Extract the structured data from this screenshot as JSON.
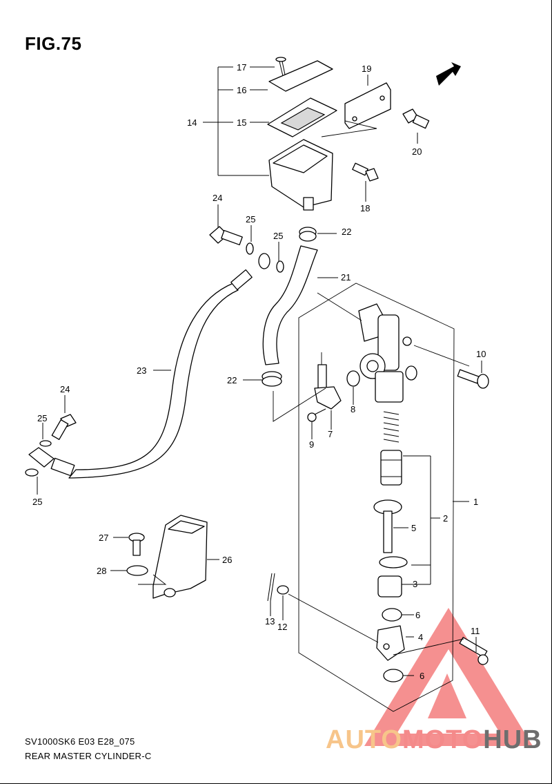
{
  "figure": {
    "title": "FIG.75",
    "model_code": "SV1000SK6 E03 E28_075",
    "name": "REAR MASTER CYLINDER-C",
    "fwd_label": "FWD"
  },
  "callouts": [
    "17",
    "16",
    "14",
    "15",
    "19",
    "20",
    "18",
    "24",
    "25",
    "25",
    "22",
    "21",
    "23",
    "22",
    "10",
    "24",
    "25",
    "25",
    "8",
    "9",
    "7",
    "1",
    "2",
    "5",
    "27",
    "26",
    "28",
    "3",
    "13",
    "12",
    "6",
    "4",
    "11",
    "6"
  ],
  "watermark": {
    "part1": "AUTO",
    "part2": "MOTO",
    "part3": "HUB",
    "colors": {
      "auto": "#f7c58a",
      "moto": "#f48a8a",
      "hub": "#6e6e6e",
      "triangle": "#f26b6b"
    }
  }
}
